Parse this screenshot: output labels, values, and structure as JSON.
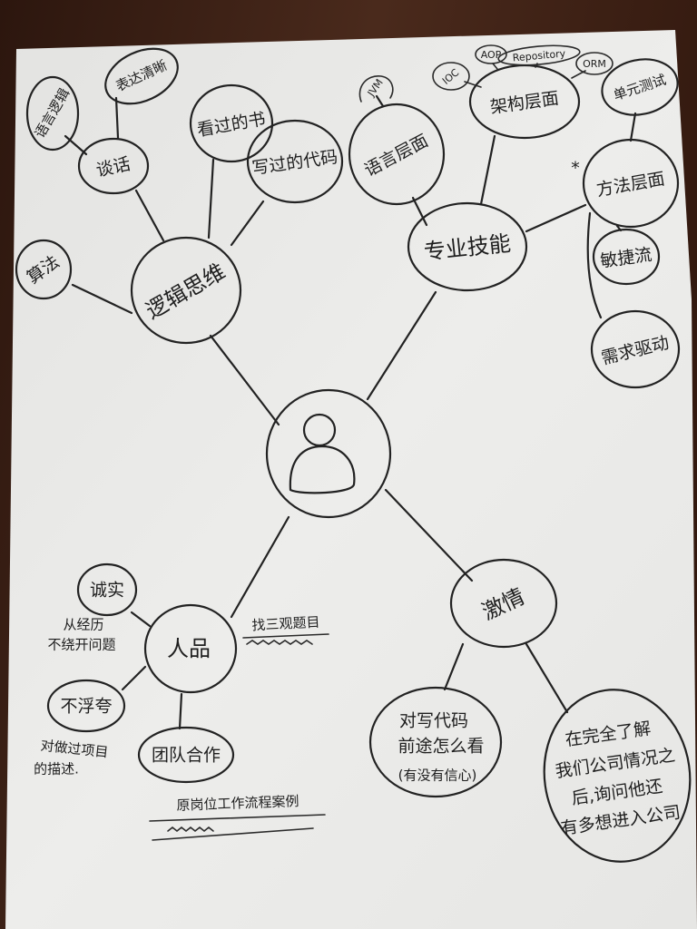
{
  "colors": {
    "background": "#3a1f14",
    "paper": "#e9e9e6",
    "ink": "#222222"
  },
  "center": {
    "icon": "person-icon"
  },
  "logic": {
    "label": "逻辑思维",
    "talk": {
      "label": "谈话",
      "children": [
        "语言逻辑",
        "表达清晰"
      ]
    },
    "books": "看过的书",
    "code": "写过的代码",
    "algorithm": "算法"
  },
  "skills": {
    "label": "专业技能",
    "language": {
      "label": "语言层面",
      "note": "JVM"
    },
    "architecture": {
      "label": "架构层面",
      "tags": [
        "IOC",
        "AOP",
        "Repository",
        "ORM"
      ]
    },
    "method": {
      "label": "方法层面",
      "mark": "*",
      "children": [
        "单元测试",
        "敏捷流",
        "需求驱动"
      ]
    }
  },
  "character": {
    "label": "人品",
    "note": "找三观题目",
    "honest": {
      "label": "诚实",
      "notes": [
        "从经历",
        "不绕开问题"
      ]
    },
    "modest": {
      "label": "不浮夸",
      "notes": [
        "对做过项目",
        "的描述."
      ]
    },
    "teamwork": {
      "label": "团队合作",
      "note": "原岗位工作流程案例"
    }
  },
  "passion": {
    "label": "激情",
    "career": [
      "对写代码",
      "前途怎么看",
      "(有没有信心)"
    ],
    "desire": [
      "在完全了解",
      "我们公司情况之",
      "后,询问他还",
      "有多想进入公司"
    ]
  }
}
